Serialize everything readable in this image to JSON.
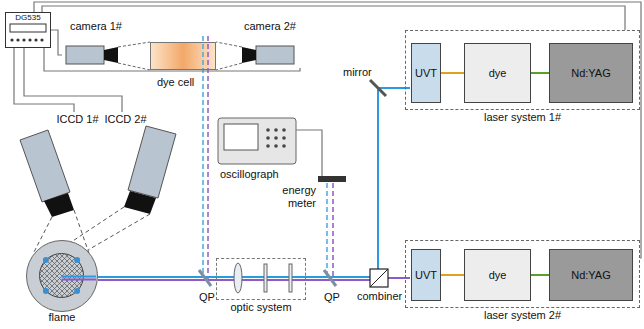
{
  "diagram": {
    "nodes": [
      {
        "text": [
          "DG535"
        ]
      },
      {
        "text": [
          "camera 1#"
        ]
      },
      {
        "text": [
          "dye cell"
        ]
      },
      {
        "text": [
          "camera 2#"
        ]
      },
      {
        "text": [
          "oscillograph"
        ]
      },
      {
        "text": [
          "energy meter"
        ]
      },
      {
        "text": [
          "ICCD 1#"
        ]
      },
      {
        "text": [
          "ICCD 2#"
        ]
      },
      {
        "text": [
          "flame"
        ]
      },
      {
        "text": [
          "laser system 1#"
        ]
      },
      {
        "text": [
          "UVT"
        ],
        "in": 9
      },
      {
        "text": [
          "dye"
        ],
        "in": 9
      },
      {
        "text": [
          "Nd:YAG"
        ],
        "in": 9
      },
      {
        "text": [
          "laser system 2#"
        ]
      },
      {
        "text": [
          "UVT"
        ],
        "in": 13
      },
      {
        "text": [
          "dye"
        ],
        "in": 13
      },
      {
        "text": [
          "Nd:YAG"
        ],
        "in": 13
      },
      {
        "text": [
          "optic system"
        ]
      }
    ],
    "edges": [
      {
        "from": 0,
        "to": 1,
        "arrow": "none"
      },
      {
        "from": 0,
        "to": 3,
        "arrow": "none"
      },
      {
        "from": 0,
        "to": 6,
        "arrow": "none"
      },
      {
        "from": 0,
        "to": 7,
        "arrow": "none"
      },
      {
        "from": 0,
        "to": 9,
        "arrow": "none"
      },
      {
        "from": 0,
        "to": 13,
        "arrow": "none"
      },
      {
        "from": 12,
        "to": 11,
        "arrow": "none"
      },
      {
        "from": 11,
        "to": 10,
        "arrow": "none"
      },
      {
        "from": 16,
        "to": 15,
        "arrow": "none"
      },
      {
        "from": 15,
        "to": 14,
        "arrow": "none"
      },
      {
        "from": 4,
        "to": 5,
        "arrow": "none"
      }
    ],
    "labels": [
      "mirror",
      "QP",
      "QP",
      "combiner"
    ]
  }
}
